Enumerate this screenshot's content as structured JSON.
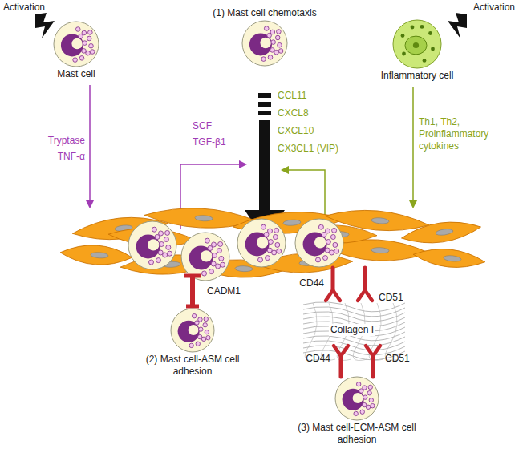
{
  "diagram": {
    "nodes": [
      {
        "text": [
          "Mast cell"
        ]
      },
      {
        "text": [
          "(1) Mast cell chemotaxis"
        ]
      },
      {
        "text": [
          "Inflammatory cell"
        ]
      },
      {
        "text": [
          "(2) Mast cell-ASM cell adhesion"
        ]
      },
      {
        "text": [
          "(3) Mast cell-ECM-ASM cell adhesion"
        ]
      }
    ],
    "labels": [
      "Activation",
      "Activation",
      "Tryptase",
      "TNF-α",
      "SCF",
      "TGF-β1",
      "CCL11",
      "CXCL8",
      "CXCL10",
      "CX3CL1 (VIP)",
      "Th1, Th2, Proinflammatory cytokines",
      "CADM1",
      "CD44",
      "CD51",
      "Collagen I",
      "CD44",
      "CD51"
    ]
  }
}
